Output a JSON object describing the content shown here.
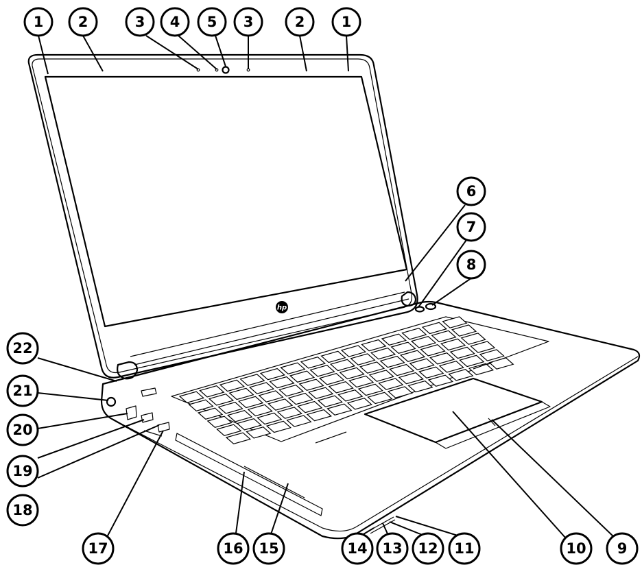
{
  "diagram": {
    "brand_logo_icon": "hp-logo",
    "callouts": [
      {
        "id": "c1a",
        "label": "1"
      },
      {
        "id": "c2a",
        "label": "2"
      },
      {
        "id": "c3a",
        "label": "3"
      },
      {
        "id": "c4",
        "label": "4"
      },
      {
        "id": "c5",
        "label": "5"
      },
      {
        "id": "c3b",
        "label": "3"
      },
      {
        "id": "c2b",
        "label": "2"
      },
      {
        "id": "c1b",
        "label": "1"
      },
      {
        "id": "c6",
        "label": "6"
      },
      {
        "id": "c7",
        "label": "7"
      },
      {
        "id": "c8",
        "label": "8"
      },
      {
        "id": "c22",
        "label": "22"
      },
      {
        "id": "c21",
        "label": "21"
      },
      {
        "id": "c20",
        "label": "20"
      },
      {
        "id": "c19",
        "label": "19"
      },
      {
        "id": "c18",
        "label": "18"
      },
      {
        "id": "c17",
        "label": "17"
      },
      {
        "id": "c16",
        "label": "16"
      },
      {
        "id": "c15",
        "label": "15"
      },
      {
        "id": "c14",
        "label": "14"
      },
      {
        "id": "c13",
        "label": "13"
      },
      {
        "id": "c12",
        "label": "12"
      },
      {
        "id": "c11",
        "label": "11"
      },
      {
        "id": "c10",
        "label": "10"
      },
      {
        "id": "c9",
        "label": "9"
      }
    ]
  }
}
